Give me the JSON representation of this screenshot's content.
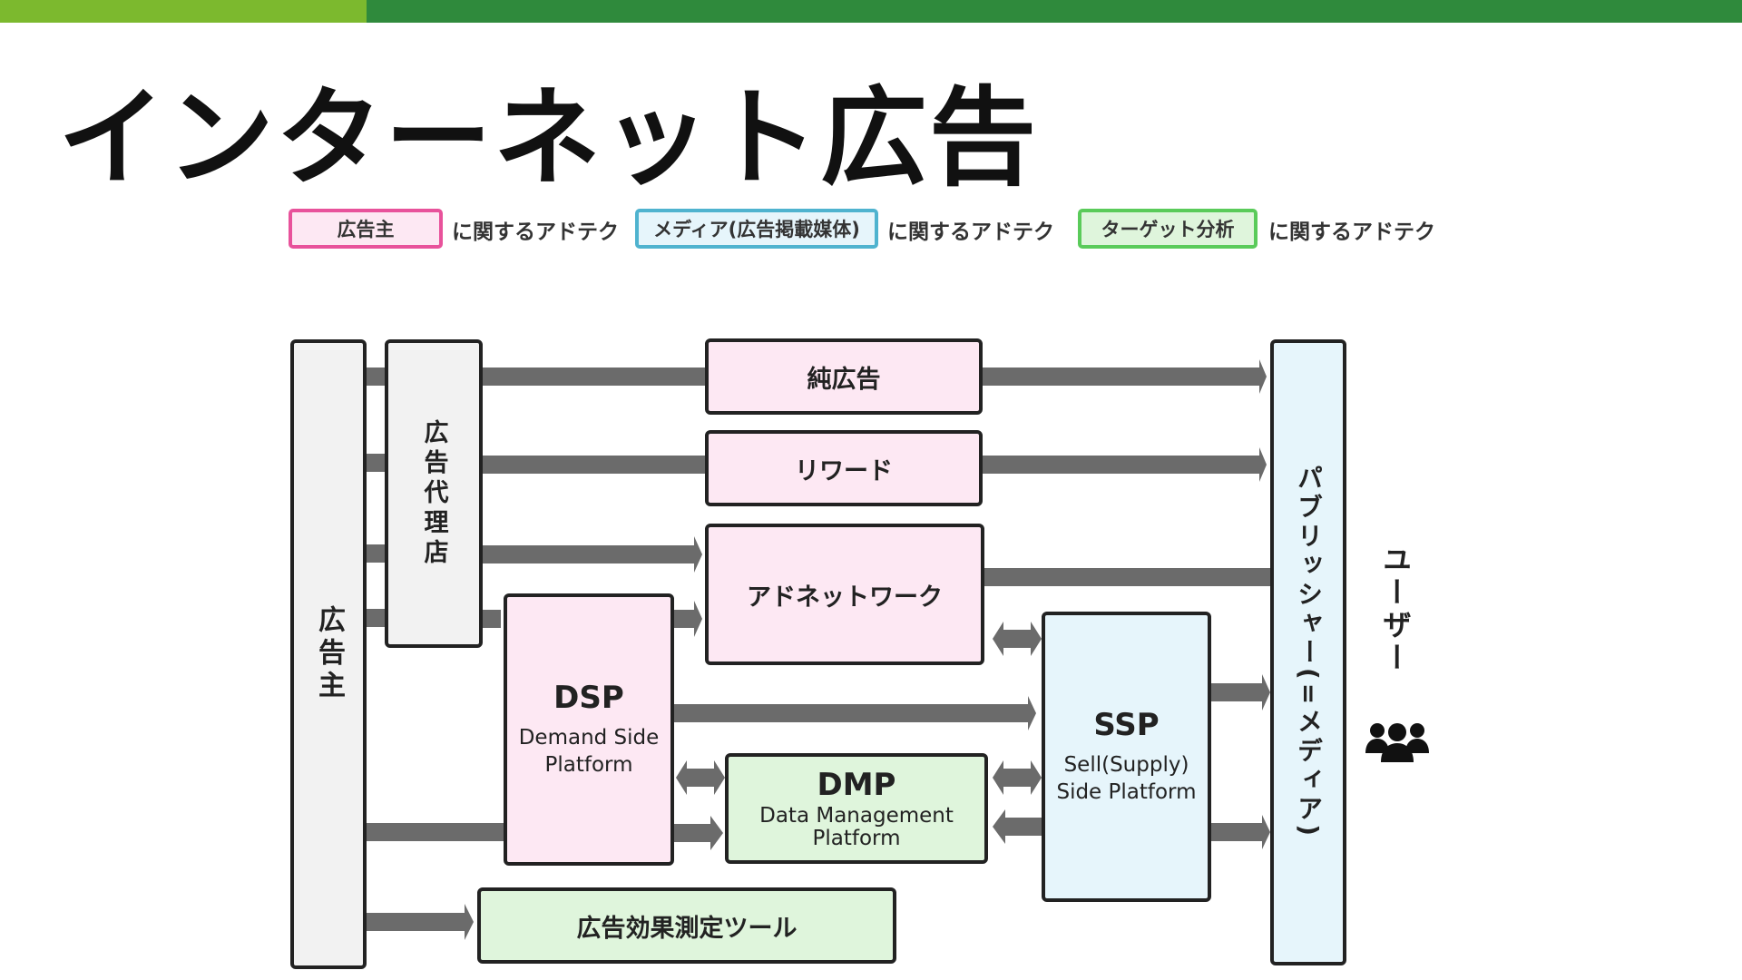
{
  "title": "インターネット広告",
  "legend": [
    {
      "label": "広告主",
      "suffix": "に関するアドテク"
    },
    {
      "label": "メディア(広告掲載媒体)",
      "suffix": "に関するアドテク"
    },
    {
      "label": "ターゲット分析",
      "suffix": "に関するアドテク"
    }
  ],
  "nodes": {
    "advertiser": "広告主",
    "agency": "広告代理店",
    "pure_ad": "純広告",
    "reward": "リワード",
    "ad_network": "アドネットワーク",
    "dsp": {
      "acronym": "DSP",
      "line1": "Demand Side",
      "line2": "Platform"
    },
    "dmp": {
      "acronym": "DMP",
      "line1": "Data Management",
      "line2": "Platform"
    },
    "ssp": {
      "acronym": "SSP",
      "line1": "Sell(Supply)",
      "line2": "Side Platform"
    },
    "measurement_tool": "広告効果測定ツール",
    "publisher": "パブリッシャー(=メディア)",
    "user": "ユーザー"
  },
  "icons": {
    "users": "users-icon"
  },
  "colors": {
    "advertiser_border": "#e8529b",
    "media_border": "#4fb3cf",
    "target_border": "#5acb5a",
    "arrow": "#6b6b6b",
    "topbar_light": "#7cb92e",
    "topbar_dark": "#2f8a3c"
  }
}
